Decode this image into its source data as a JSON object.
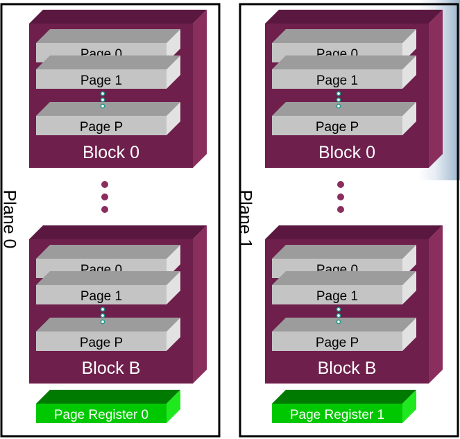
{
  "planes": [
    {
      "label": "Plane 0",
      "register": "Page Register 0",
      "blocks": [
        {
          "label": "Block 0",
          "pages": [
            "Page 0",
            "Page 1",
            "Page P"
          ]
        },
        {
          "label": "Block B",
          "pages": [
            "Page 0",
            "Page 1",
            "Page P"
          ]
        }
      ]
    },
    {
      "label": "Plane 1",
      "register": "Page Register 1",
      "blocks": [
        {
          "label": "Block 0",
          "pages": [
            "Page 0",
            "Page 1",
            "Page P"
          ]
        },
        {
          "label": "Block B",
          "pages": [
            "Page 0",
            "Page 1",
            "Page P"
          ]
        }
      ]
    }
  ],
  "colors": {
    "block_front": "#6e1f4c",
    "block_top": "#5a1840",
    "block_side": "#8a2e5e",
    "page_front": "#c4c4c4",
    "page_top": "#9c9c9c",
    "page_side": "#e2e2e2",
    "register_front": "#00c800",
    "register_top": "#007a00",
    "register_side": "#1fe81f",
    "ellipsis_dot": "#8a2e5e",
    "connector_dot": "#1a9b8a",
    "frame": "#000000"
  }
}
